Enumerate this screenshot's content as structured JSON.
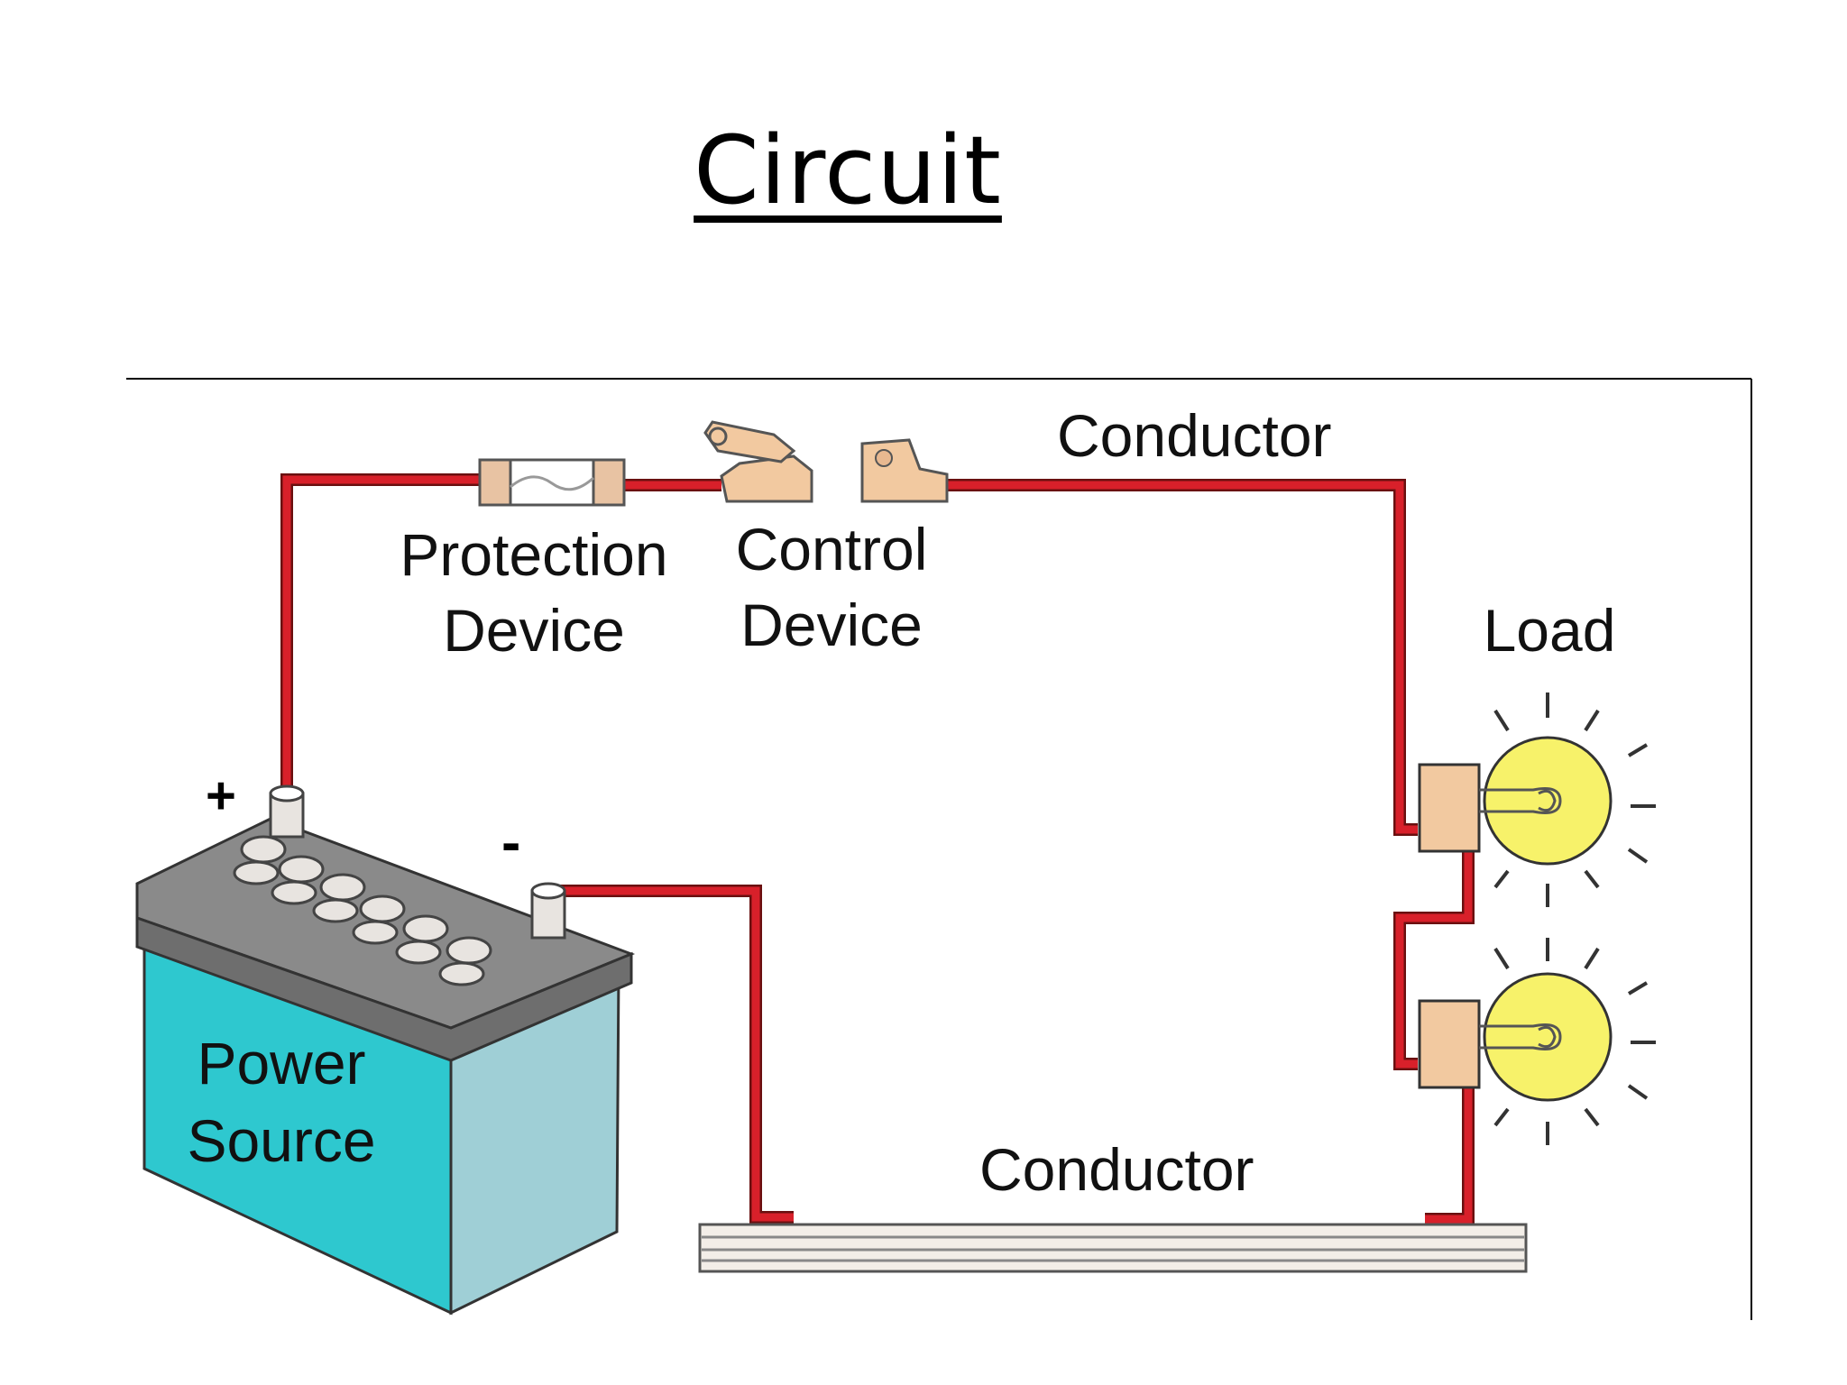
{
  "title": "Circuit",
  "labels": {
    "conductor_top": "Conductor",
    "protection_line1": "Protection",
    "protection_line2": "Device",
    "control_line1": "Control",
    "control_line2": "Device",
    "load": "Load",
    "power_line1": "Power",
    "power_line2": "Source",
    "conductor_bottom": "Conductor",
    "positive_terminal": "+",
    "negative_terminal": "-"
  },
  "colors": {
    "wire": "#d8202a",
    "battery_front": "#2ec8cf",
    "battery_side": "#9fcfd6",
    "battery_top": "#8a8a8a",
    "bulb": "#f7f26a",
    "component": "#f2c9a0",
    "frame": "#000000"
  },
  "icons": [
    "battery-icon",
    "fuse-icon",
    "switch-icon",
    "bulb-icon",
    "bulb-icon",
    "ground-bar-icon"
  ]
}
